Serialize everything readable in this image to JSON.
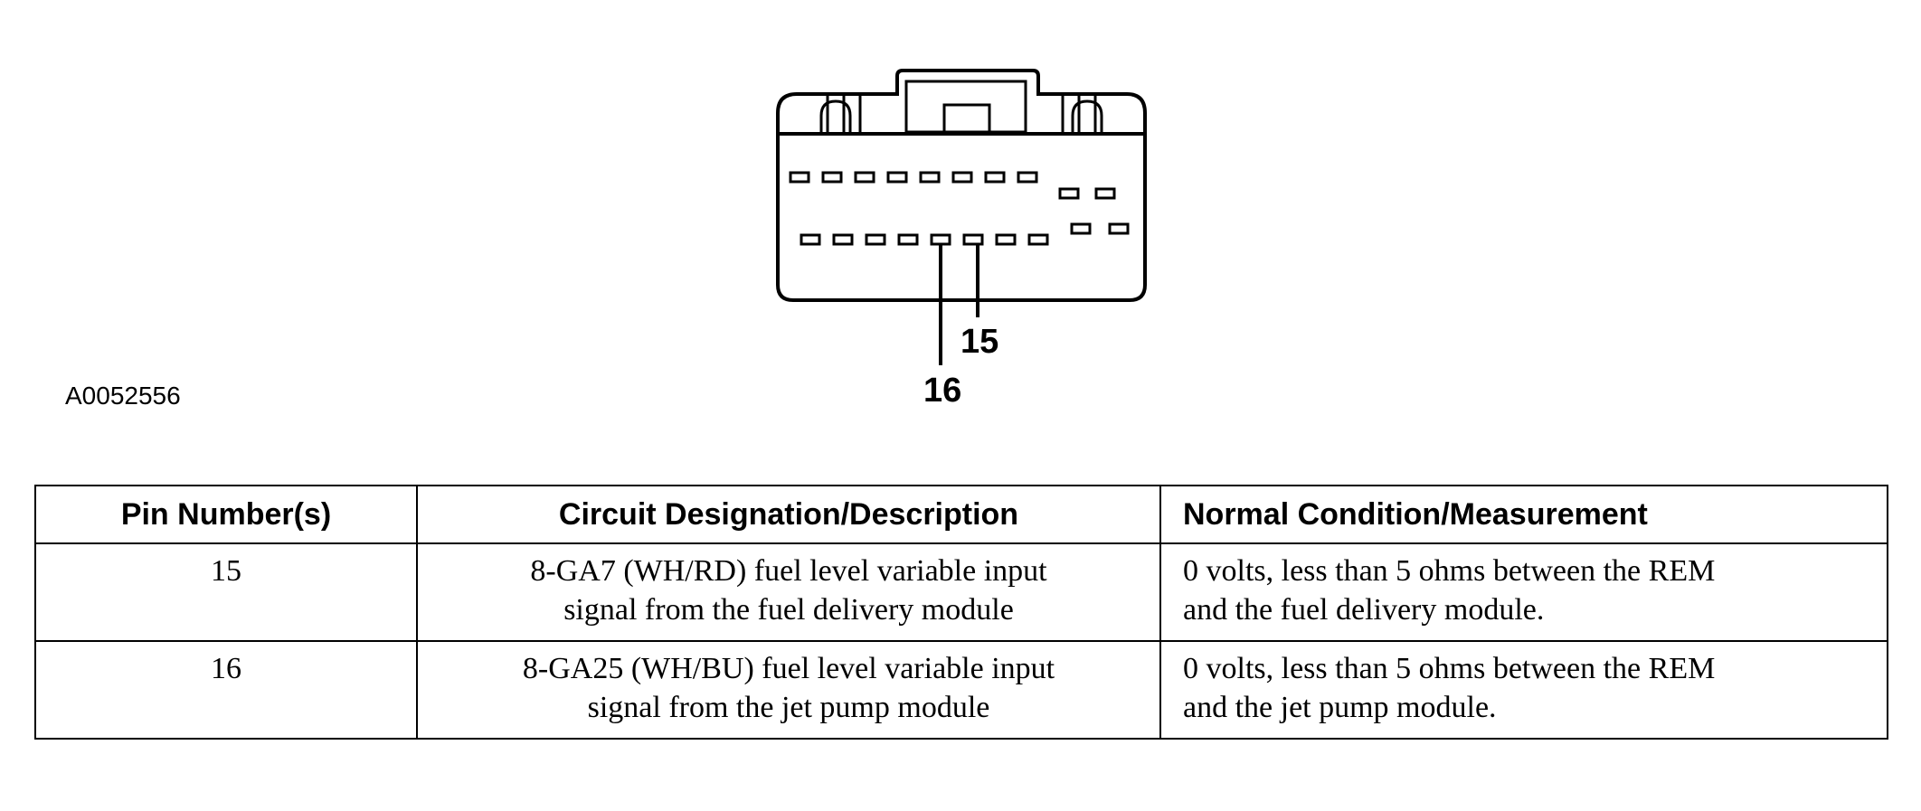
{
  "figure": {
    "id": "A0052556",
    "callouts": [
      "15",
      "16"
    ]
  },
  "table": {
    "headers": [
      "Pin Number(s)",
      "Circuit Designation/Description",
      "Normal Condition/Measurement"
    ],
    "rows": [
      {
        "pin": "15",
        "description_line1": "8-GA7 (WH/RD) fuel level variable input",
        "description_line2": "signal from the fuel delivery module",
        "measurement_line1": "0 volts, less than 5 ohms between the REM",
        "measurement_line2": "and the fuel delivery module."
      },
      {
        "pin": "16",
        "description_line1": "8-GA25 (WH/BU) fuel level variable input",
        "description_line2": "signal from the jet pump module",
        "measurement_line1": "0 volts, less than 5 ohms between the REM",
        "measurement_line2": "and the jet pump module."
      }
    ]
  }
}
